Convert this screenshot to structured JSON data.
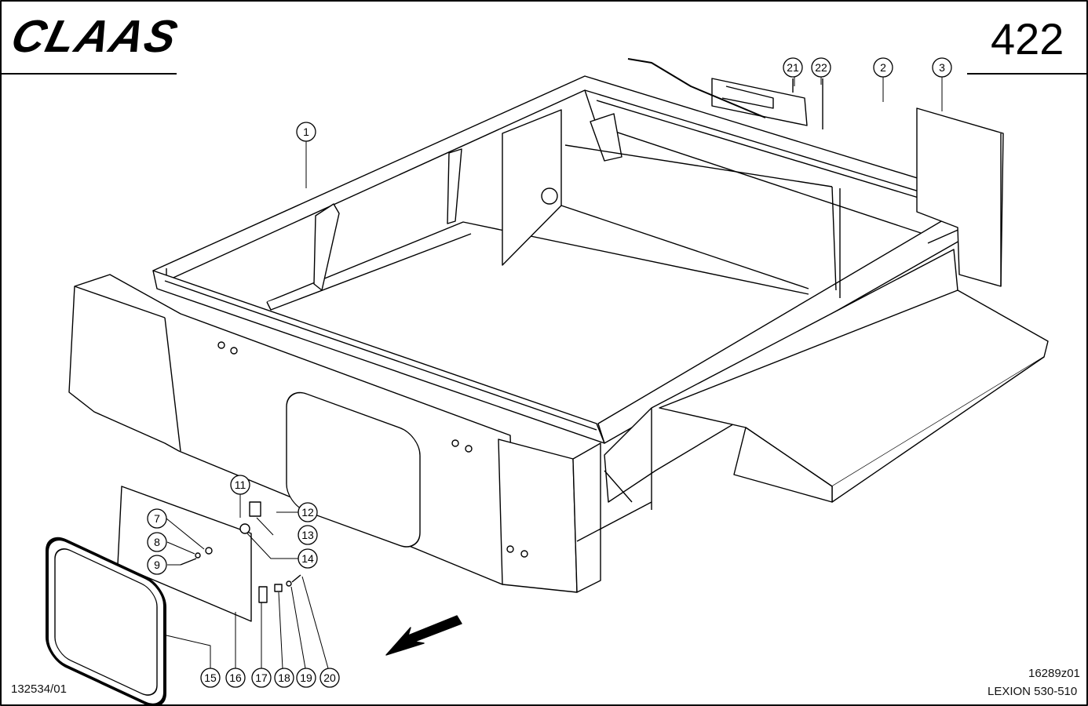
{
  "header": {
    "brand": "CLAAS",
    "page_number": "422"
  },
  "footer": {
    "drawing_number": "132534/01",
    "figure_code": "16289z01",
    "model": "LEXION 530-510"
  },
  "callouts": {
    "c1": "1",
    "c2": "2",
    "c3": "3",
    "c7": "7",
    "c8": "8",
    "c9": "9",
    "c11": "11",
    "c12": "12",
    "c13": "13",
    "c14": "14",
    "c15": "15",
    "c16": "16",
    "c17": "17",
    "c18": "18",
    "c19": "19",
    "c20": "20",
    "c21": "21",
    "c22": "22"
  }
}
